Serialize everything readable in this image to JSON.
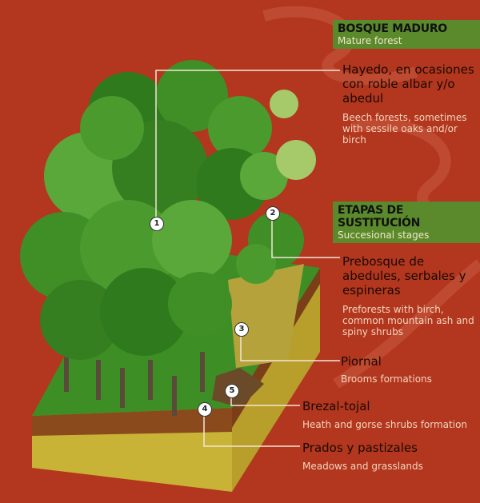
{
  "header": {
    "title": "BOSQUE MADURO",
    "subtitle": "Mature forest"
  },
  "stages_header": {
    "title": "ETAPAS DE SUSTITUCIÓN",
    "subtitle": "Succesional stages"
  },
  "items": [
    {
      "number": "1",
      "label": "Hayedo, en ocasiones con roble albar y/o abedul",
      "translation": "Beech forests, sometimes with sessile oaks and/or birch"
    },
    {
      "number": "2",
      "label": "Prebosque de abedules, serbales y espineras",
      "translation": "Preforests with birch, common mountain ash and spiny shrubs"
    },
    {
      "number": "3",
      "label": "Piornal",
      "translation": "Brooms formations"
    },
    {
      "number": "5",
      "label": "Brezal-tojal",
      "translation": "Heath and gorse shrubs formation"
    },
    {
      "number": "4",
      "label": "Prados y pastizales",
      "translation": "Meadows and grasslands"
    }
  ],
  "colors": {
    "background": "#b3361e",
    "box": "#5b8a2c",
    "foliage": "#3f8a22",
    "soil": "#c9b336"
  }
}
